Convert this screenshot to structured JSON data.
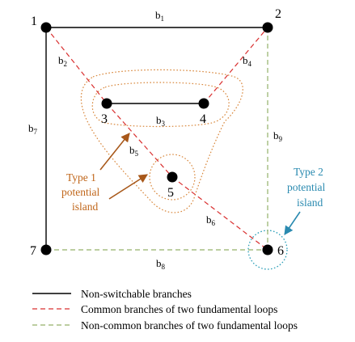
{
  "colors": {
    "solid": "#000000",
    "common_dashed": "#d93030",
    "noncommon_dashed": "#93b069",
    "type1_island": "#d8863a",
    "type2_island": "#2c9fb8",
    "type1_text": "#c0661a",
    "type2_text": "#2a8ab0"
  },
  "nodes": [
    {
      "id": "1",
      "label": "1"
    },
    {
      "id": "2",
      "label": "2"
    },
    {
      "id": "3",
      "label": "3"
    },
    {
      "id": "4",
      "label": "4"
    },
    {
      "id": "5",
      "label": "5"
    },
    {
      "id": "6",
      "label": "6"
    },
    {
      "id": "7",
      "label": "7"
    }
  ],
  "branches": [
    {
      "name": "b",
      "sub": "1",
      "from": "1",
      "to": "2",
      "style": "solid"
    },
    {
      "name": "b",
      "sub": "2",
      "from": "1",
      "to": "3",
      "style": "common"
    },
    {
      "name": "b",
      "sub": "3",
      "from": "3",
      "to": "4",
      "style": "solid"
    },
    {
      "name": "b",
      "sub": "4",
      "from": "4",
      "to": "2",
      "style": "common"
    },
    {
      "name": "b",
      "sub": "5",
      "from": "3",
      "to": "5",
      "style": "common"
    },
    {
      "name": "b",
      "sub": "6",
      "from": "5",
      "to": "6",
      "style": "common"
    },
    {
      "name": "b",
      "sub": "7",
      "from": "1",
      "to": "7",
      "style": "solid"
    },
    {
      "name": "b",
      "sub": "8",
      "from": "7",
      "to": "6",
      "style": "noncommon"
    },
    {
      "name": "b",
      "sub": "9",
      "from": "2",
      "to": "6",
      "style": "noncommon"
    }
  ],
  "annotations": {
    "type1": [
      "Type 1",
      "potential",
      "island"
    ],
    "type2": [
      "Type 2",
      "potential",
      "island"
    ]
  },
  "legend": [
    {
      "style": "solid",
      "label": "Non-switchable branches"
    },
    {
      "style": "common",
      "label": "Common branches of two fundamental loops"
    },
    {
      "style": "noncommon",
      "label": "Non-common branches of two fundamental loops"
    }
  ]
}
